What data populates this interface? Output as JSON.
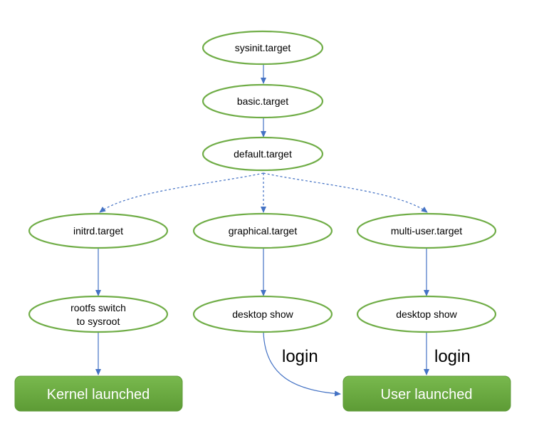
{
  "colors": {
    "ellipse_stroke": "#70ad47",
    "ellipse_fill": "#ffffff",
    "arrow": "#4472c4",
    "result_fill_top": "#79b94e",
    "result_fill_bottom": "#5d9b35",
    "result_text": "#ffffff"
  },
  "nodes": {
    "sysinit": "sysinit.target",
    "basic": "basic.target",
    "default": "default.target",
    "initrd": "initrd.target",
    "graphical": "graphical.target",
    "multiuser": "multi-user.target",
    "rootfs_line1": "rootfs switch",
    "rootfs_line2": "to sysroot",
    "desktop_graphical": "desktop show",
    "desktop_multiuser": "desktop show"
  },
  "edge_labels": {
    "login_left": "login",
    "login_right": "login"
  },
  "results": {
    "kernel": "Kernel launched",
    "user": "User launched"
  }
}
